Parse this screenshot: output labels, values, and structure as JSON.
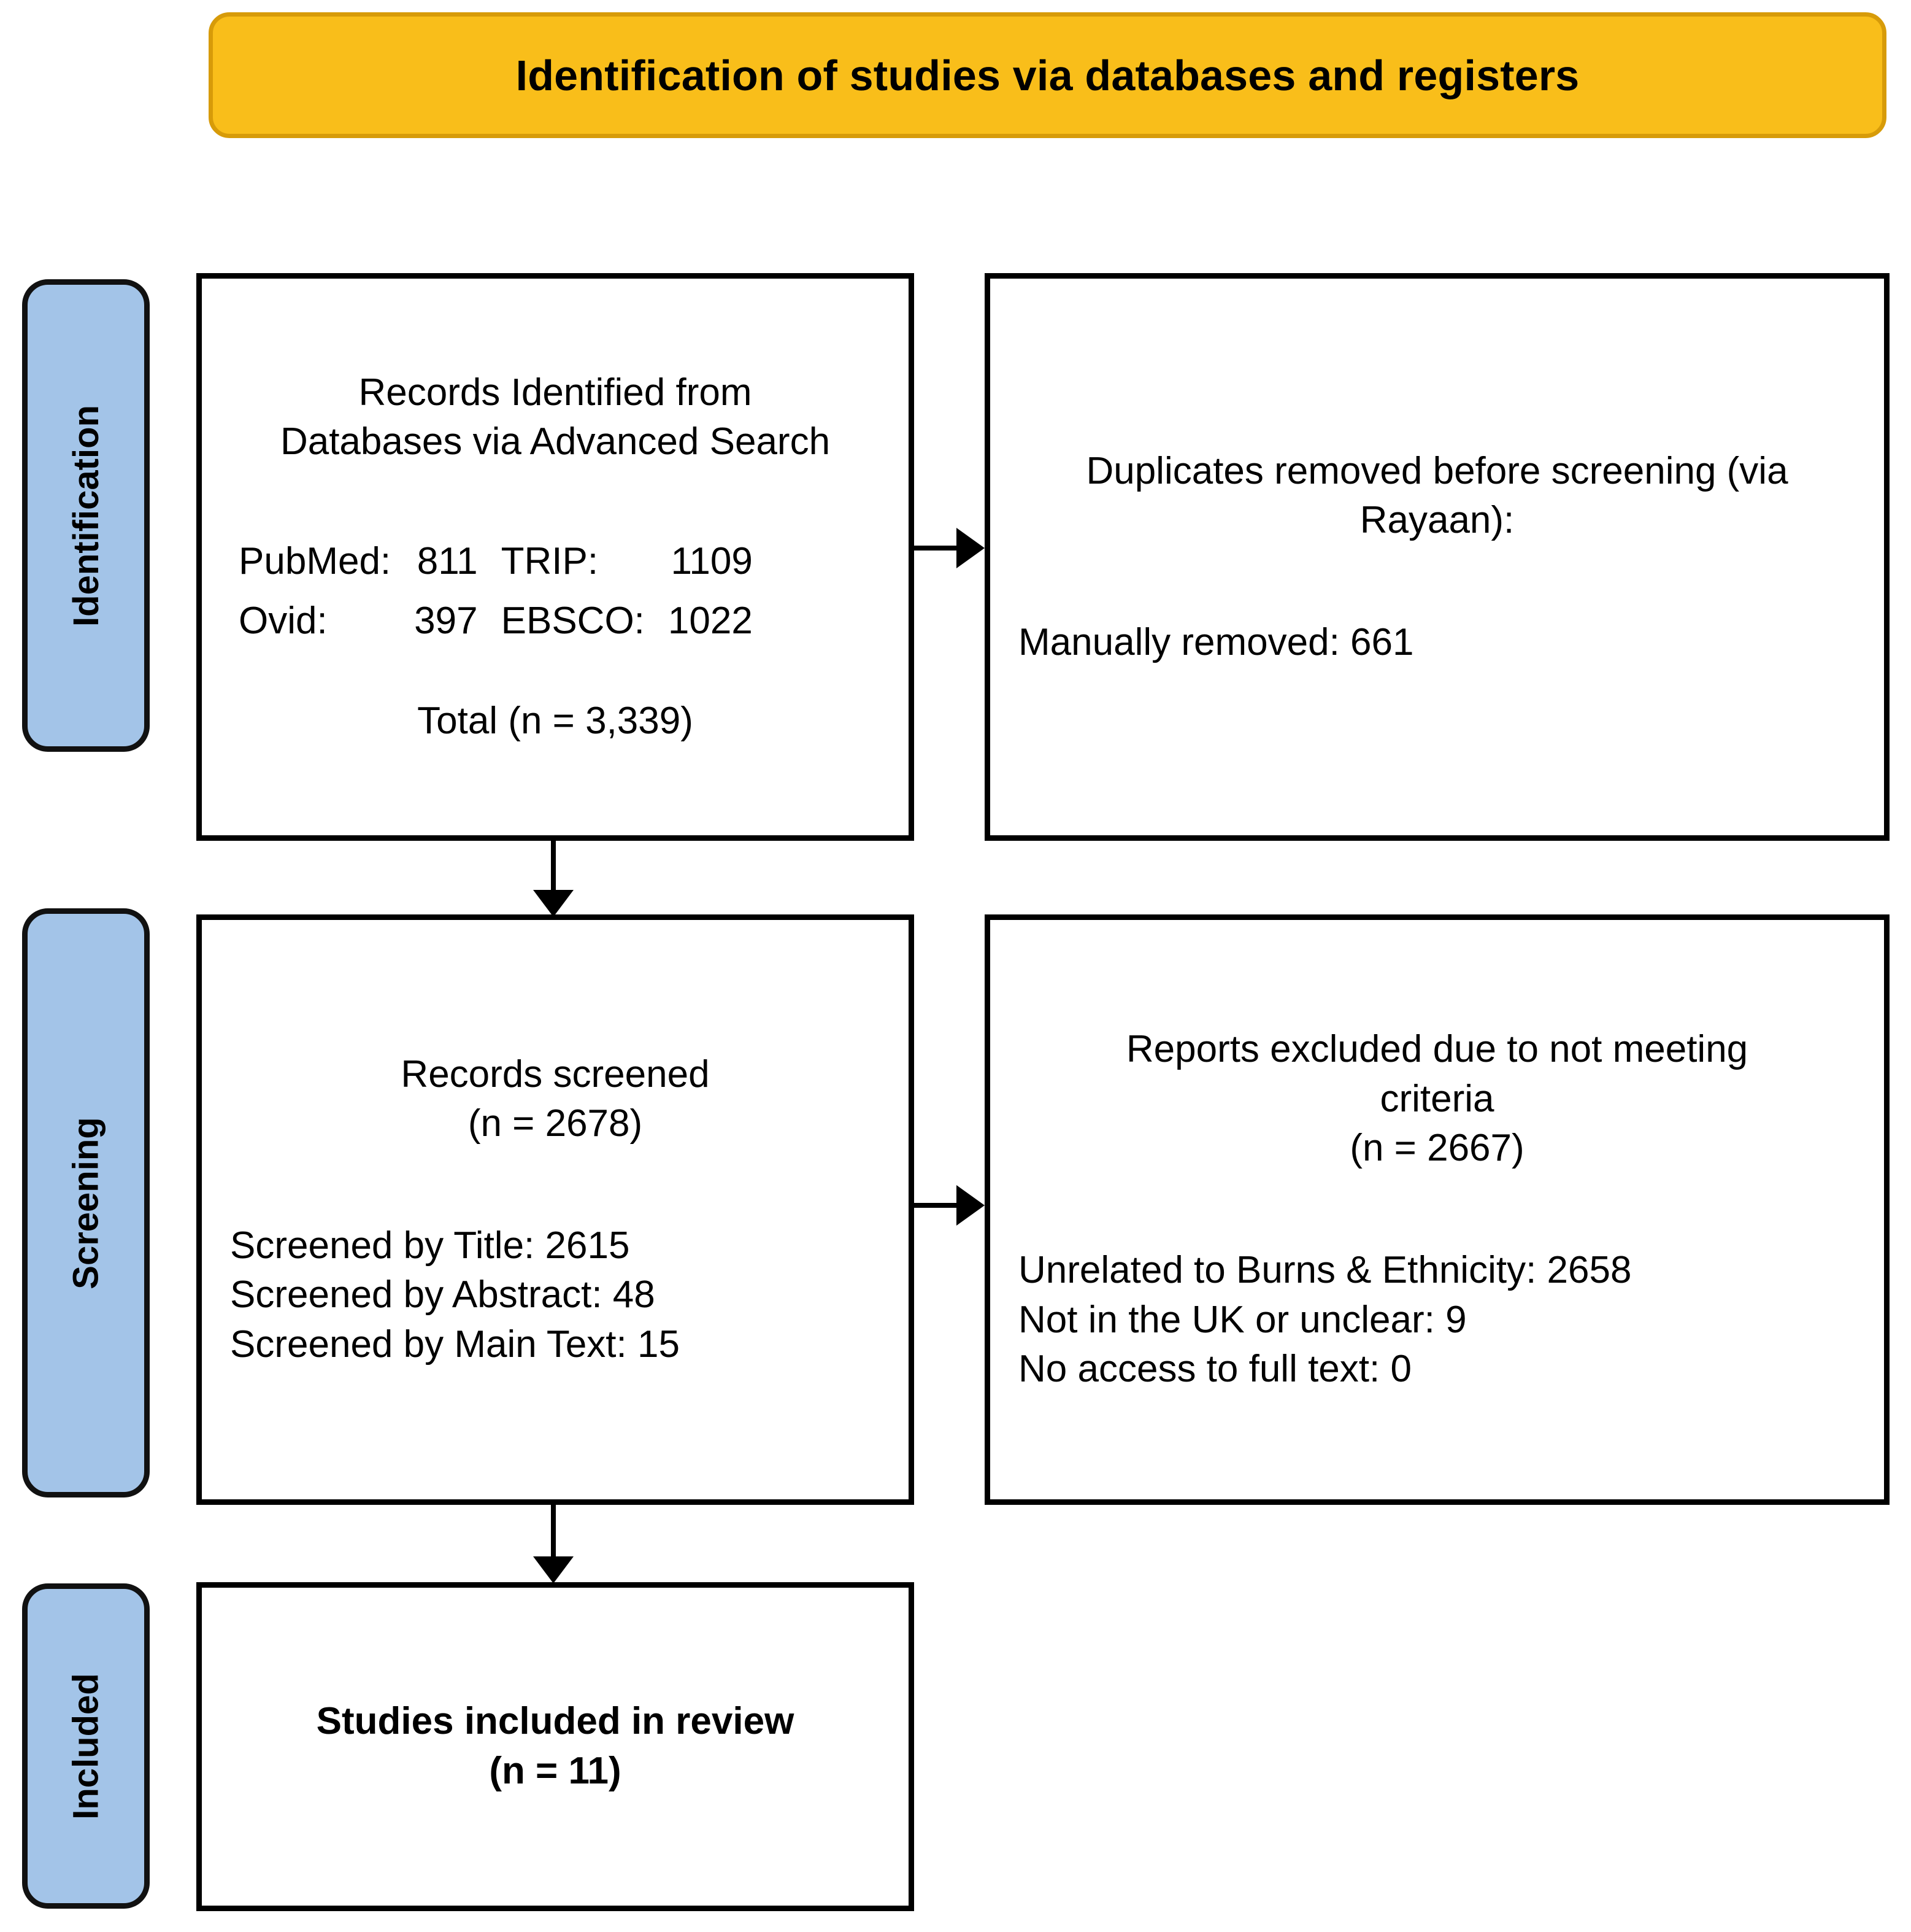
{
  "banner": {
    "title": "Identification of studies via databases and registers"
  },
  "colors": {
    "banner_fill": "#F9BE1A",
    "banner_border": "#D79B09",
    "stage_tab_fill": "#A3C4E8",
    "box_border": "#000000",
    "text": "#000000",
    "page_background": "#FFFFFF"
  },
  "stages": [
    {
      "key": "identification",
      "label": "Identification"
    },
    {
      "key": "screening",
      "label": "Screening"
    },
    {
      "key": "included",
      "label": "Included"
    }
  ],
  "boxes": {
    "identified": {
      "heading_line1": "Records Identified from",
      "heading_line2": "Databases via Advanced Search",
      "sources": [
        {
          "name": "PubMed:",
          "count": "811"
        },
        {
          "name": "TRIP:",
          "count": "1109"
        },
        {
          "name": "Ovid:",
          "count": "397"
        },
        {
          "name": "EBSCO:",
          "count": "1022"
        }
      ],
      "total": "Total (n = 3,339)"
    },
    "duplicates": {
      "heading_line1": "Duplicates removed before screening (via",
      "heading_line2": "Rayaan):",
      "detail": "Manually removed: 661"
    },
    "screened": {
      "heading": "Records screened",
      "count": "(n = 2678)",
      "details": [
        "Screened by Title: 2615",
        "Screened by Abstract: 48",
        "Screened by Main Text: 15"
      ]
    },
    "excluded": {
      "heading_line1": "Reports excluded due to not meeting",
      "heading_line2": "criteria",
      "count": "(n = 2667)",
      "reasons": [
        "Unrelated to Burns & Ethnicity: 2658",
        "Not in the UK or unclear: 9",
        "No access to full text: 0"
      ]
    },
    "included": {
      "heading": "Studies included in review",
      "count": "(n = 11)"
    }
  },
  "connectors": [
    {
      "name": "identified-to-duplicates",
      "direction": "right"
    },
    {
      "name": "identified-to-screened",
      "direction": "down"
    },
    {
      "name": "screened-to-excluded",
      "direction": "right"
    },
    {
      "name": "screened-to-included",
      "direction": "down"
    }
  ],
  "chart_data": {
    "type": "diagram",
    "title": "Identification of studies via databases and registers",
    "nodes": [
      {
        "id": "identified",
        "stage": "Identification",
        "label": "Records Identified from Databases via Advanced Search",
        "total": 3339,
        "breakdown": {
          "PubMed": 811,
          "TRIP": 1109,
          "Ovid": 397,
          "EBSCO": 1022
        }
      },
      {
        "id": "duplicates",
        "stage": "Identification",
        "label": "Duplicates removed before screening (via Rayaan):",
        "breakdown": {
          "Manually removed": 661
        }
      },
      {
        "id": "screened",
        "stage": "Screening",
        "label": "Records screened",
        "n": 2678,
        "breakdown": {
          "Screened by Title": 2615,
          "Screened by Abstract": 48,
          "Screened by Main Text": 15
        }
      },
      {
        "id": "excluded",
        "stage": "Screening",
        "label": "Reports excluded due to not meeting criteria",
        "n": 2667,
        "breakdown": {
          "Unrelated to Burns & Ethnicity": 2658,
          "Not in the UK or unclear": 9,
          "No access to full text": 0
        }
      },
      {
        "id": "included",
        "stage": "Included",
        "label": "Studies included in review",
        "n": 11
      }
    ],
    "edges": [
      {
        "from": "identified",
        "to": "duplicates"
      },
      {
        "from": "identified",
        "to": "screened"
      },
      {
        "from": "screened",
        "to": "excluded"
      },
      {
        "from": "screened",
        "to": "included"
      }
    ]
  }
}
